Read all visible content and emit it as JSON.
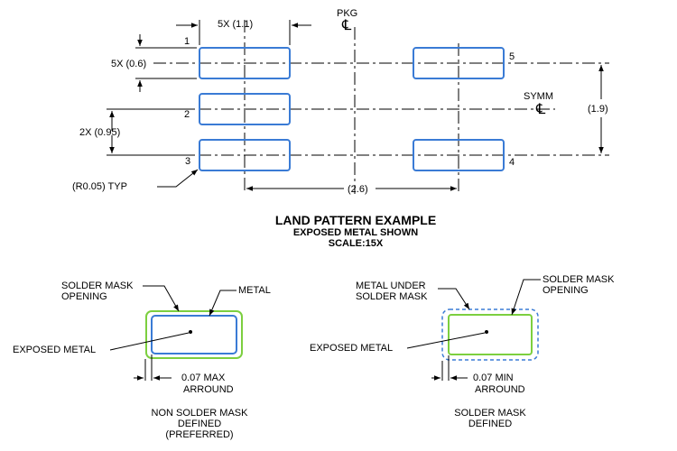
{
  "colors": {
    "pad_outline": "#3a7bd5",
    "solder_mask_outline": "#7ccf3f",
    "mask_dashed": "#3a7bd5",
    "line": "#000000"
  },
  "land_pattern": {
    "pkg_label": "PKG",
    "centerline_symbol": "℄",
    "dim_pad_width": "5X (1.1)",
    "dim_pad_height": "5X (0.6)",
    "dim_pitch": "2X (0.95)",
    "dim_span_x": "(2.6)",
    "dim_span_y": "(1.9)",
    "radius_note": "(R0.05) TYP",
    "symm_label": "SYMM",
    "pins": [
      "1",
      "2",
      "3",
      "4",
      "5"
    ]
  },
  "titles": {
    "main": "LAND PATTERN EXAMPLE",
    "sub1": "EXPOSED METAL SHOWN",
    "sub2": "SCALE:15X"
  },
  "nsmd": {
    "label_mask_opening_1": "SOLDER MASK",
    "label_mask_opening_2": "OPENING",
    "label_metal": "METAL",
    "label_exposed_metal": "EXPOSED METAL",
    "clearance_1": "0.07 MAX",
    "clearance_2": "ARROUND",
    "caption_1": "NON SOLDER MASK",
    "caption_2": "DEFINED",
    "caption_3": "(PREFERRED)"
  },
  "smd": {
    "label_metal_under_1": "METAL UNDER",
    "label_metal_under_2": "SOLDER MASK",
    "label_mask_opening_1": "SOLDER MASK",
    "label_mask_opening_2": "OPENING",
    "label_exposed_metal": "EXPOSED METAL",
    "clearance_1": "0.07 MIN",
    "clearance_2": "ARROUND",
    "caption_1": "SOLDER MASK",
    "caption_2": "DEFINED"
  }
}
